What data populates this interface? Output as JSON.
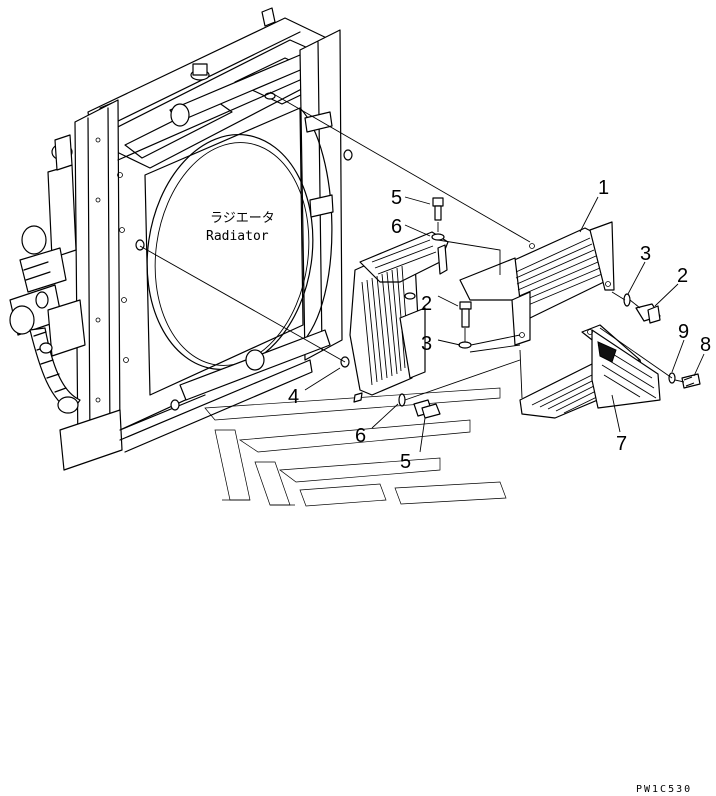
{
  "diagram": {
    "radiator_label_jp": "ラジエータ",
    "radiator_label_en": "Radiator",
    "drawing_code": "PW1C530",
    "callouts": [
      {
        "id": "callout-1",
        "number": "1"
      },
      {
        "id": "callout-2-right",
        "number": "2"
      },
      {
        "id": "callout-2-mid",
        "number": "2"
      },
      {
        "id": "callout-3-right",
        "number": "3"
      },
      {
        "id": "callout-3-mid",
        "number": "3"
      },
      {
        "id": "callout-4",
        "number": "4"
      },
      {
        "id": "callout-5-top",
        "number": "5"
      },
      {
        "id": "callout-5-bottom",
        "number": "5"
      },
      {
        "id": "callout-6-top",
        "number": "6"
      },
      {
        "id": "callout-6-bottom",
        "number": "6"
      },
      {
        "id": "callout-7",
        "number": "7"
      },
      {
        "id": "callout-8",
        "number": "8"
      },
      {
        "id": "callout-9",
        "number": "9"
      }
    ]
  }
}
